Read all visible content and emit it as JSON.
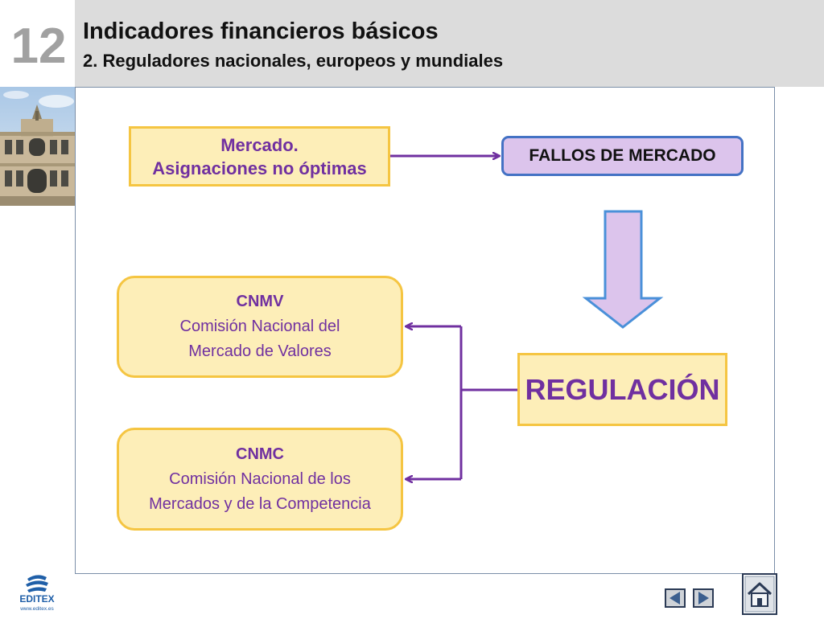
{
  "header": {
    "chapter_number": "12",
    "title": "Indicadores financieros básicos",
    "subtitle": "2. Reguladores nacionales, europeos y mundiales"
  },
  "diagram": {
    "mercado": {
      "line1": "Mercado.",
      "line2": "Asignaciones no óptimas"
    },
    "fallos": {
      "label": "FALLOS DE MERCADO"
    },
    "regulacion": {
      "label": "REGULACIÓN"
    },
    "cnmv": {
      "acronym": "CNMV",
      "line1": "Comisión Nacional del",
      "line2": "Mercado de Valores"
    },
    "cnmc": {
      "acronym": "CNMC",
      "line1": "Comisión Nacional de los",
      "line2": "Mercados y de la Competencia"
    }
  },
  "footer": {
    "brand": "EDITEX",
    "url": "www.editex.es",
    "icons": [
      "previous-slide-icon",
      "next-slide-icon",
      "home-icon"
    ]
  },
  "colors": {
    "accent_purple": "#7030a0",
    "box_fill_yellow": "#fdeeb8",
    "box_border_yellow": "#f5c542",
    "fallos_fill": "#dcc4ec",
    "fallos_border": "#4472c4",
    "header_gray": "#dcdcdc",
    "chapter_number_gray": "#a1a1a1",
    "brand_blue": "#1f5fa8"
  }
}
